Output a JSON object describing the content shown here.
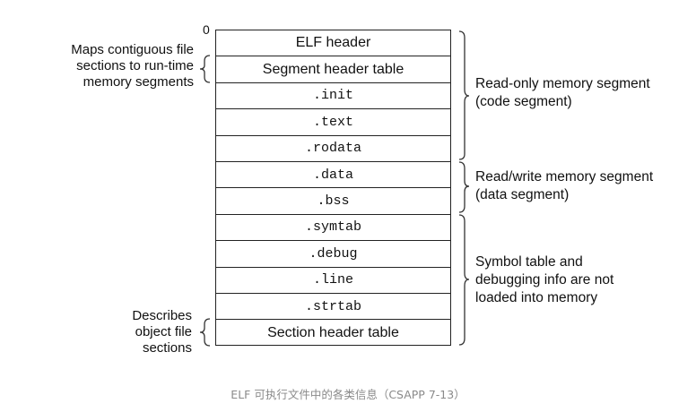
{
  "origin_label": "0",
  "sections": [
    {
      "label": "ELF header",
      "mono": false
    },
    {
      "label": "Segment header table",
      "mono": false
    },
    {
      "label": ".init",
      "mono": true
    },
    {
      "label": ".text",
      "mono": true
    },
    {
      "label": ".rodata",
      "mono": true
    },
    {
      "label": ".data",
      "mono": true
    },
    {
      "label": ".bss",
      "mono": true
    },
    {
      "label": ".symtab",
      "mono": true
    },
    {
      "label": ".debug",
      "mono": true
    },
    {
      "label": ".line",
      "mono": true
    },
    {
      "label": ".strtab",
      "mono": true
    },
    {
      "label": "Section header table",
      "mono": false
    }
  ],
  "left_notes": {
    "segment_header": [
      "Maps contiguous file",
      "sections to run-time",
      "memory segments"
    ],
    "section_header": [
      "Describes",
      "object file",
      "sections"
    ]
  },
  "right_notes": {
    "readonly": [
      "Read-only memory segment",
      "(code segment)"
    ],
    "readwrite": [
      "Read/write memory segment",
      "(data segment)"
    ],
    "symbols": [
      "Symbol table and",
      "debugging info are not",
      "loaded into memory"
    ]
  },
  "caption": "ELF 可执行文件中的各类信息（CSAPP 7-13）"
}
